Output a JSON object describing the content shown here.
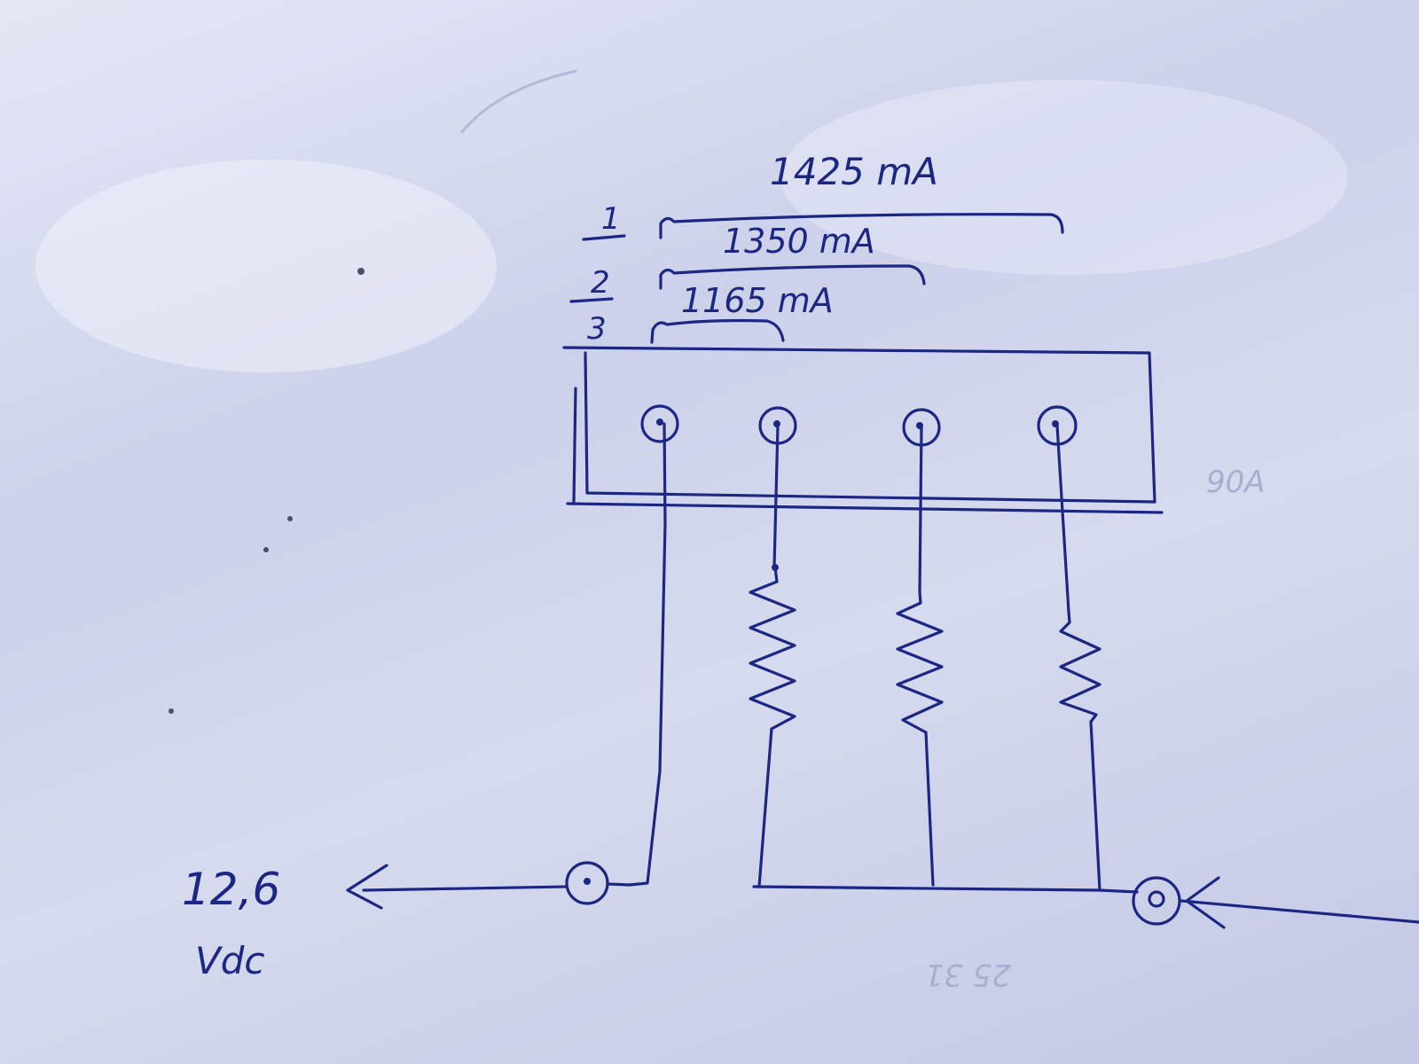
{
  "ink_color": "#1c2784",
  "paper_color": "#d6daee",
  "taps": [
    {
      "number": "1",
      "current": "1425 mA"
    },
    {
      "number": "2",
      "current": "1350 mA"
    },
    {
      "number": "3",
      "current": "1165 mA"
    }
  ],
  "supply": {
    "voltage": "12,6",
    "unit": "Vdc"
  },
  "faint_marks": [
    "90A",
    "25 31"
  ]
}
